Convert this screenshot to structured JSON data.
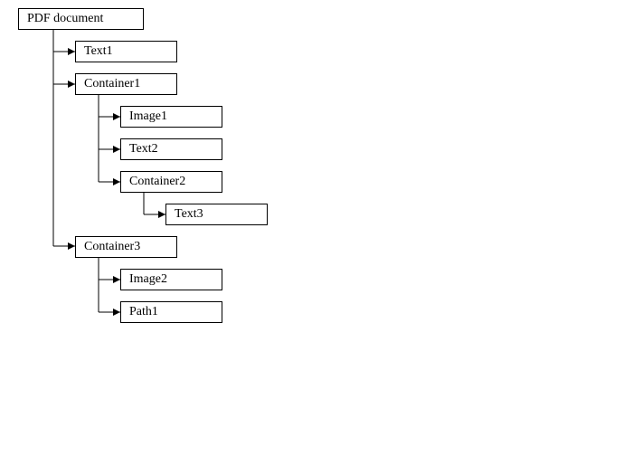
{
  "diagram": {
    "root": {
      "label": "PDF document"
    },
    "nodes": [
      {
        "label": "Text1"
      },
      {
        "label": "Container1"
      },
      {
        "label": "Image1"
      },
      {
        "label": "Text2"
      },
      {
        "label": "Container2"
      },
      {
        "label": "Text3"
      },
      {
        "label": "Container3"
      },
      {
        "label": "Image2"
      },
      {
        "label": "Path1"
      }
    ],
    "edges": [
      [
        "PDF document",
        "Text1"
      ],
      [
        "PDF document",
        "Container1"
      ],
      [
        "PDF document",
        "Container3"
      ],
      [
        "Container1",
        "Image1"
      ],
      [
        "Container1",
        "Text2"
      ],
      [
        "Container1",
        "Container2"
      ],
      [
        "Container2",
        "Text3"
      ],
      [
        "Container3",
        "Image2"
      ],
      [
        "Container3",
        "Path1"
      ]
    ]
  }
}
